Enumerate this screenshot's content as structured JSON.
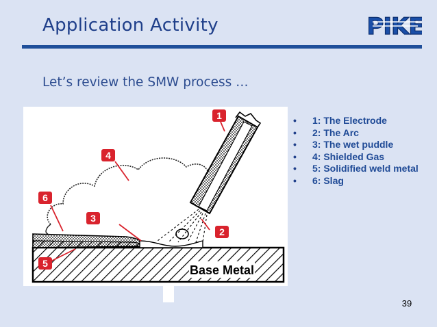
{
  "slide": {
    "title": "Application Activity",
    "logo_text": "PIKE",
    "subtitle": "Let’s review the SMW process …",
    "page_number": "39"
  },
  "figure": {
    "callouts": [
      "1",
      "2",
      "3",
      "4",
      "5",
      "6"
    ],
    "base_label": "Base Metal",
    "callout_color": "#d9232d"
  },
  "legend": {
    "bullet": "•",
    "items": [
      "1: The Electrode",
      "2: The Arc",
      "3: The wet puddle",
      "4: Shielded Gas",
      "5: Solidified weld metal",
      "6: Slag"
    ]
  },
  "colors": {
    "background": "#dbe3f3",
    "title": "#1f3f8a",
    "rule": "#1f4f9a",
    "legend_text": "#1f4a96",
    "logo": "#1a4fa8"
  }
}
